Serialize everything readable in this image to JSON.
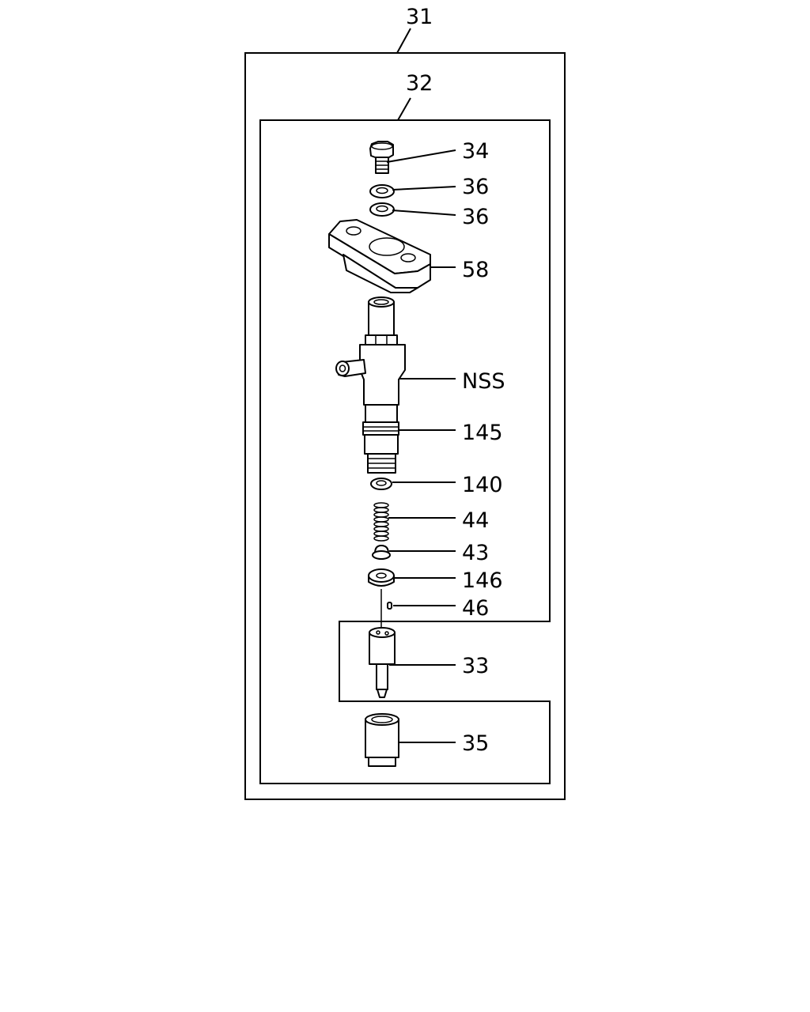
{
  "callouts": {
    "assembly": "31",
    "holder": "32",
    "bolt": "34",
    "washer_upper": "36",
    "washer_lower": "36",
    "clamp": "58",
    "injector_body": "NSS",
    "o_ring": "145",
    "shim": "140",
    "spring": "44",
    "spring_seat": "43",
    "spacer": "146",
    "pin": "46",
    "nozzle": "33",
    "retaining_nut": "35"
  }
}
